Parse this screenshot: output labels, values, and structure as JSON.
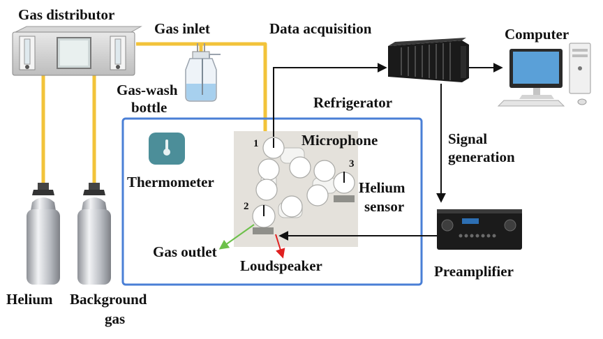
{
  "labels": {
    "gas_distributor": "Gas distributor",
    "gas_inlet": "Gas inlet",
    "data_acquisition": "Data acquisition",
    "computer": "Computer",
    "gas_wash_bottle_1": "Gas-wash",
    "gas_wash_bottle_2": "bottle",
    "refrigerator": "Refrigerator",
    "microphone": "Microphone",
    "thermometer": "Thermometer",
    "signal_generation_1": "Signal",
    "signal_generation_2": "generation",
    "helium_sensor_1": "Helium",
    "helium_sensor_2": "sensor",
    "gas_outlet": "Gas outlet",
    "loudspeaker": "Loudspeaker",
    "preamplifier": "Preamplifier",
    "helium": "Helium",
    "background_gas_1": "Background",
    "background_gas_2": "gas",
    "mic_1": "1",
    "mic_2": "2",
    "mic_3": "3"
  },
  "colors": {
    "gas_line": "#f2c33a",
    "refrigerator_border": "#4a7fd6",
    "arrow": "#111111",
    "gas_outlet_arrow": "#6cc04a",
    "loudspeaker_arrow": "#e02020"
  }
}
